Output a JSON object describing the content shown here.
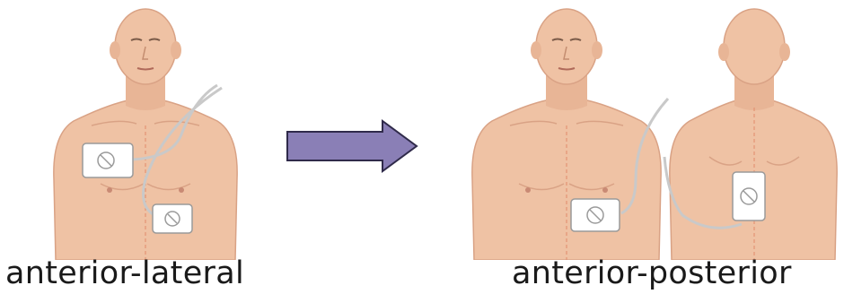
{
  "captions": {
    "left": "anterior-lateral",
    "right": "anterior-posterior"
  },
  "colors": {
    "skin": "#efc2a4",
    "skin_shadow": "#d9a285",
    "pad": "#ffffff",
    "pad_border": "#9a9a9a",
    "arrow_fill": "#8a7fb6",
    "arrow_stroke": "#2f2a4a",
    "caption": "#1a1a1a"
  },
  "icons": {
    "arrow": "right-arrow",
    "pad_symbol": "circle-slash"
  }
}
